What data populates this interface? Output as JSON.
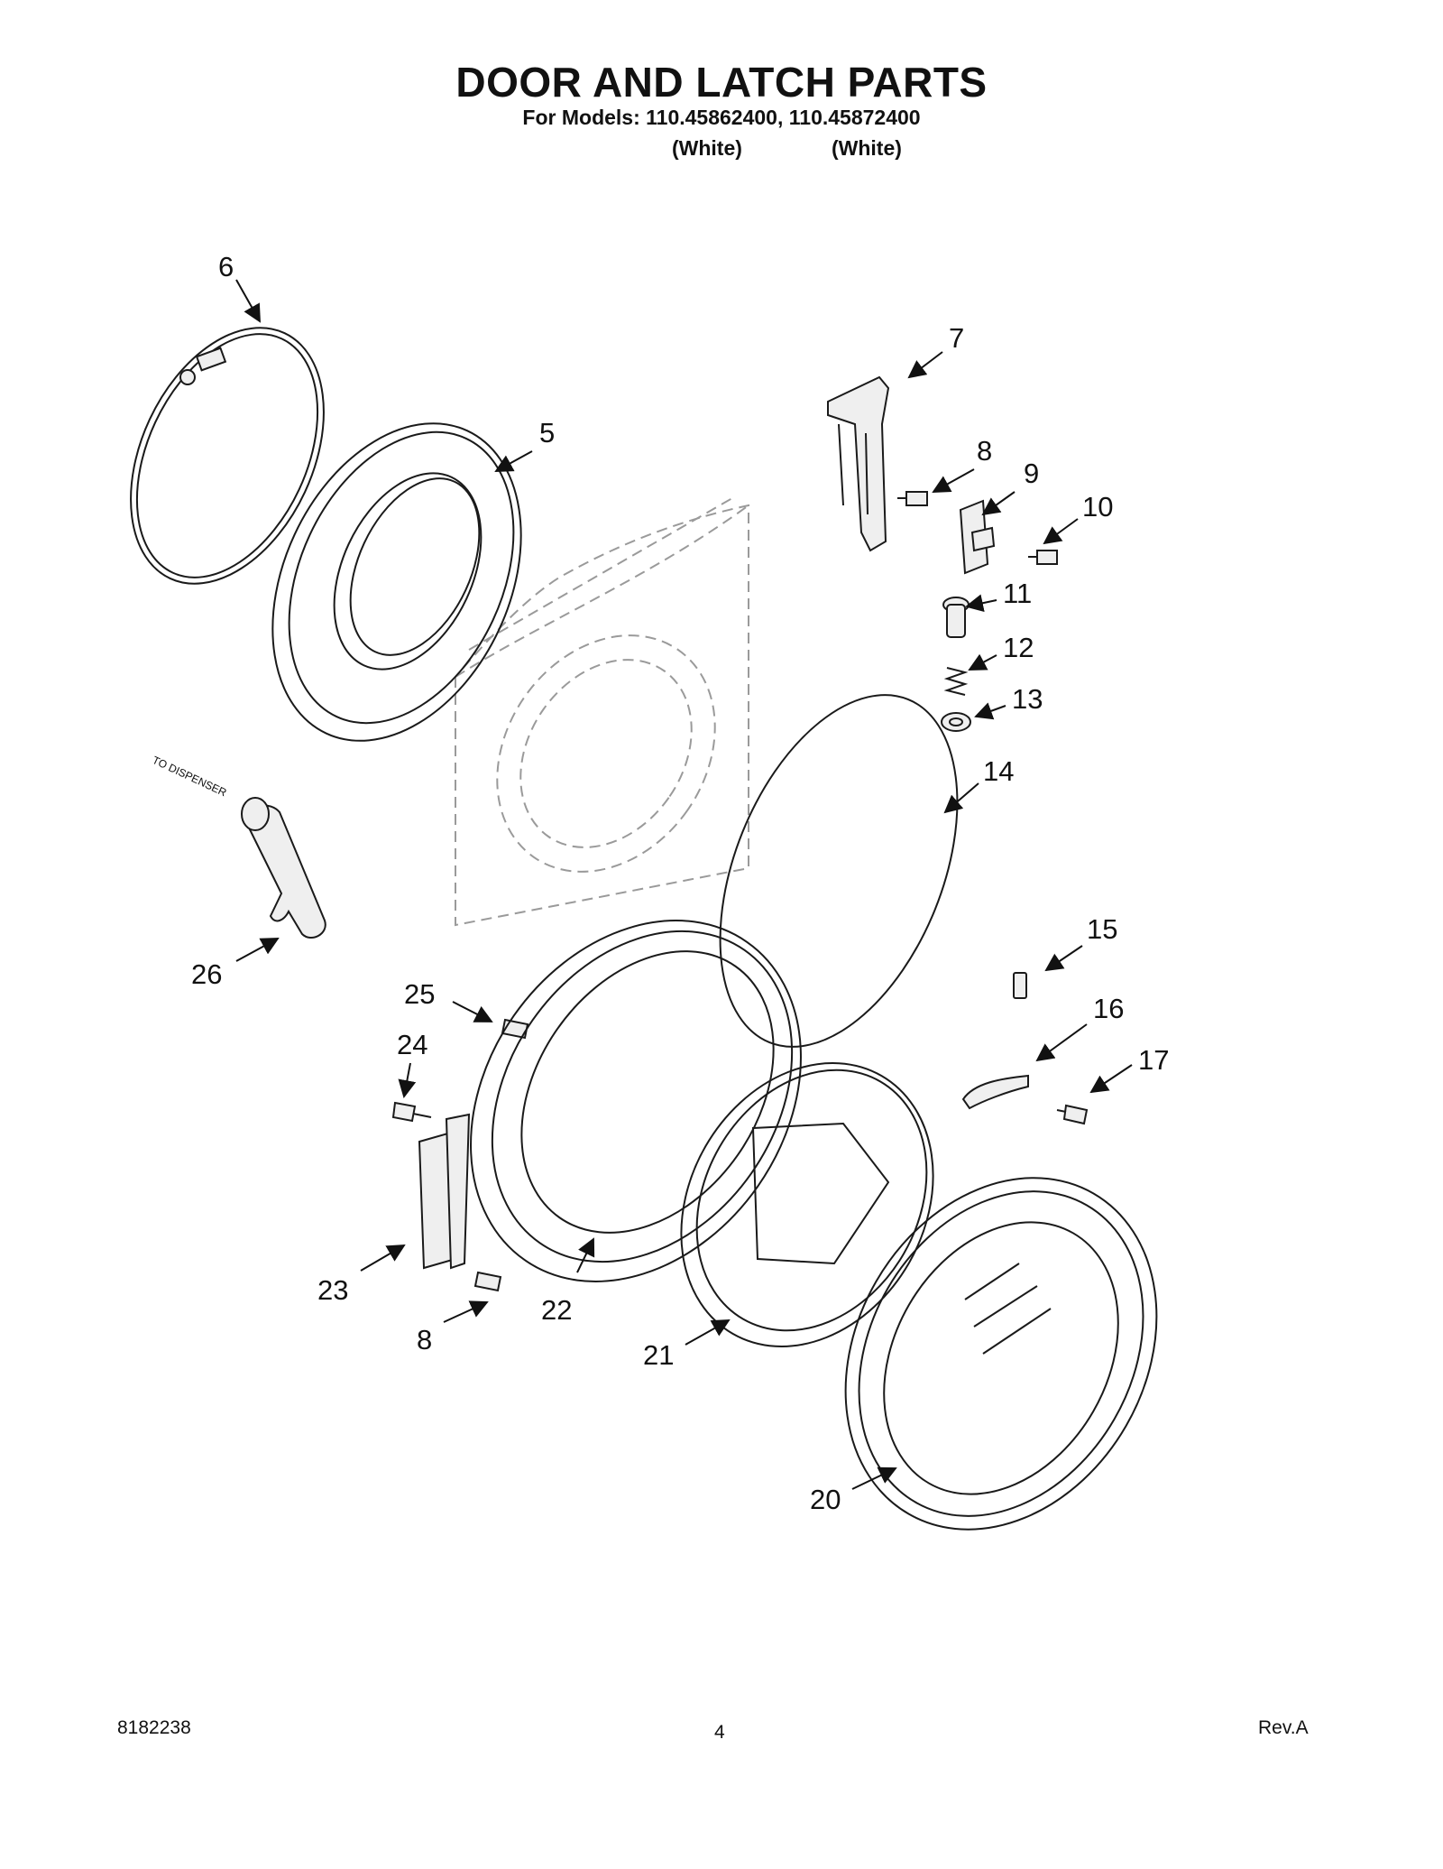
{
  "header": {
    "title": "DOOR AND LATCH PARTS",
    "models_line": "For Models: 110.45862400, 110.45872400",
    "model_colors": [
      "(White)",
      "(White)"
    ]
  },
  "diagram": {
    "side_note": "TO DISPENSER",
    "callouts": [
      "6",
      "5",
      "7",
      "8",
      "9",
      "10",
      "11",
      "12",
      "13",
      "14",
      "26",
      "15",
      "25",
      "16",
      "24",
      "17",
      "23",
      "22",
      "8",
      "21",
      "20"
    ]
  },
  "footer": {
    "doc_number": "8182238",
    "page_number": "4",
    "revision": "Rev.A"
  }
}
